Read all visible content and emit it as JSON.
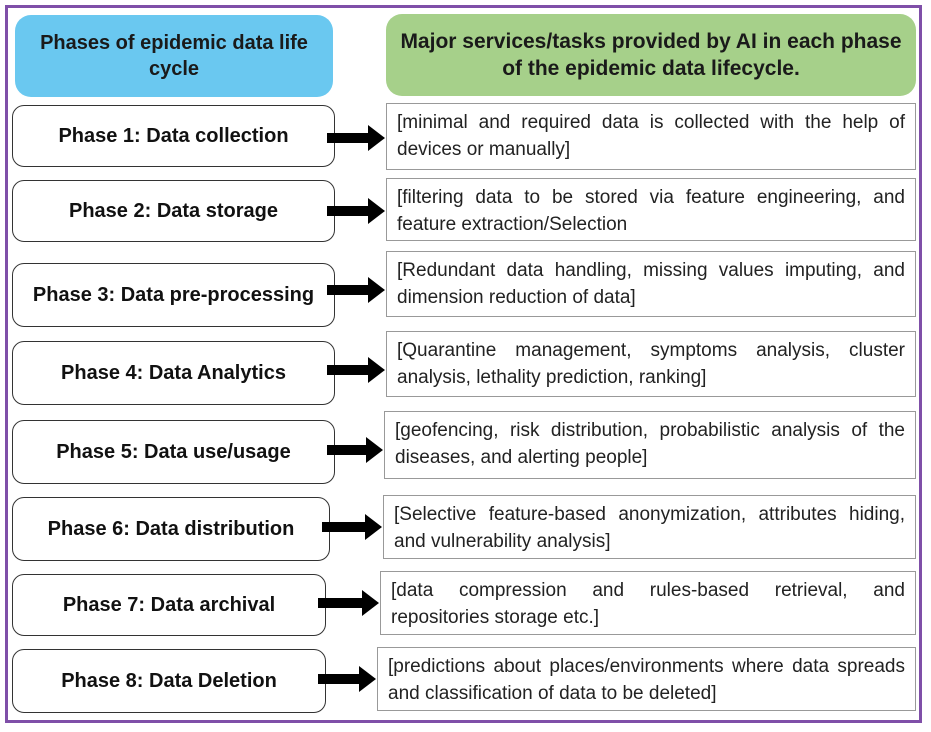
{
  "header": {
    "left_title": "Phases of epidemic data life cycle",
    "right_title": "Major services/tasks provided by AI in each phase of the epidemic data lifecycle."
  },
  "rows": [
    {
      "phase": "Phase 1: Data collection",
      "task": "[minimal and required data is collected with the help of devices or manually]"
    },
    {
      "phase": "Phase 2: Data storage",
      "task": "[filtering data to be stored via feature engineering, and feature extraction/Selection"
    },
    {
      "phase": "Phase 3: Data pre-processing",
      "task": "[Redundant data handling, missing values imputing, and dimension reduction of data]"
    },
    {
      "phase": "Phase 4: Data Analytics",
      "task": "[Quarantine management, symptoms analysis, cluster analysis, lethality prediction, ranking]"
    },
    {
      "phase": "Phase 5: Data use/usage",
      "task": "[geofencing, risk distribution, probabilistic analysis of the diseases, and alerting people]"
    },
    {
      "phase": "Phase 6: Data distribution",
      "task": "[Selective feature-based anonymization, attributes hiding, and vulnerability analysis]"
    },
    {
      "phase": "Phase 7: Data archival",
      "task": "[data compression and rules-based retrieval, and repositories storage etc.]"
    },
    {
      "phase": "Phase 8: Data Deletion",
      "task": "[predictions about places/environments where data spreads and classification of data to be deleted]"
    }
  ],
  "colors": {
    "border": "#7f4fa8",
    "left_header_bg": "#6ac8f0",
    "right_header_bg": "#a6d08a",
    "arrow": "#000000"
  }
}
